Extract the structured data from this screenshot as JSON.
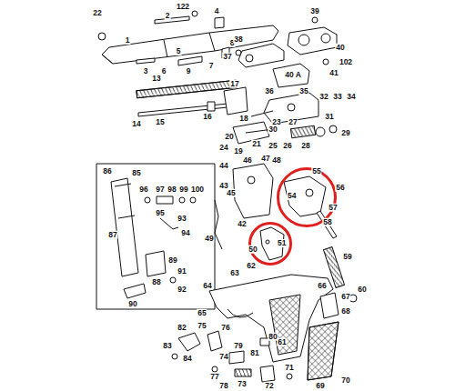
{
  "diagram": {
    "nodes": [
      {
        "text": [
          "54"
        ]
      },
      {
        "text": [
          "51"
        ]
      }
    ],
    "labels": [
      "22",
      "1",
      "2",
      "122",
      "4",
      "3",
      "5",
      "6",
      "7",
      "8",
      "9",
      "38",
      "37",
      "39",
      "40",
      "40 A",
      "41",
      "102",
      "36",
      "35",
      "32",
      "33",
      "34",
      "31",
      "30",
      "13",
      "14",
      "15",
      "16",
      "17",
      "18",
      "19",
      "20",
      "21",
      "23",
      "24",
      "25",
      "26",
      "27",
      "28",
      "29",
      "86",
      "85",
      "87",
      "96",
      "97",
      "98",
      "99",
      "100",
      "95",
      "93",
      "94",
      "88",
      "89",
      "90",
      "91",
      "92",
      "44",
      "45",
      "46",
      "47",
      "48",
      "42",
      "43",
      "49",
      "50",
      "55",
      "56",
      "57",
      "58",
      "59",
      "60",
      "63",
      "62",
      "61",
      "64",
      "65",
      "66",
      "67",
      "68",
      "69",
      "70",
      "71",
      "72",
      "73",
      "74",
      "75",
      "76",
      "77",
      "78",
      "79",
      "80",
      "81",
      "82",
      "83",
      "84"
    ]
  }
}
